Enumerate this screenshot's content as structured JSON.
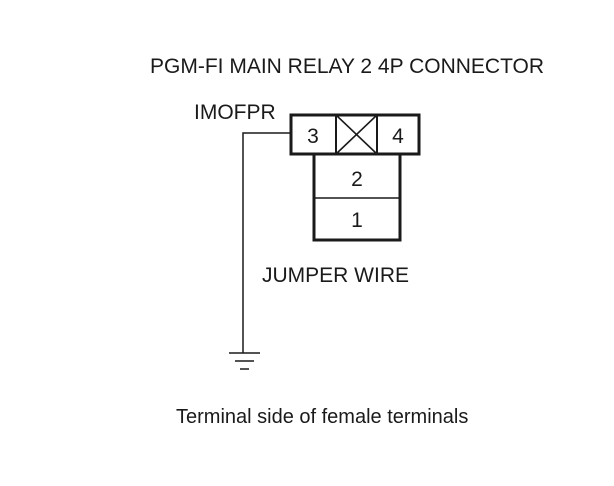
{
  "diagram": {
    "title": "PGM-FI MAIN RELAY 2 4P CONNECTOR",
    "signal_label": "IMOFPR",
    "jumper_label": "JUMPER WIRE",
    "caption": "Terminal side of female terminals",
    "terminals": {
      "t1": "1",
      "t2": "2",
      "t3": "3",
      "t4": "4"
    },
    "icons": {
      "empty_cavity": "crossed-box-icon",
      "ground": "ground-icon"
    },
    "colors": {
      "line": "#1a1a1a",
      "background": "#ffffff"
    }
  }
}
